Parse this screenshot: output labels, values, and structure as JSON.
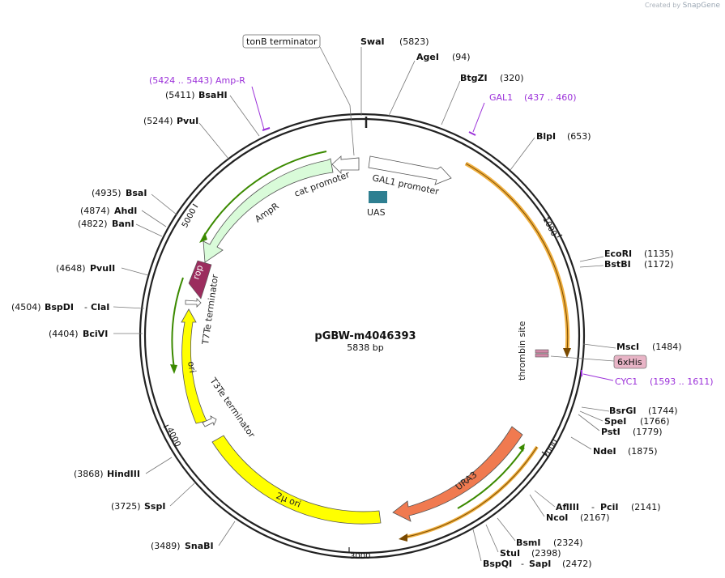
{
  "credit": {
    "prefix": "Created by",
    "brand": "SnapGene"
  },
  "plasmid": {
    "name": "pGBW-m4046393",
    "size_label": "5838 bp"
  },
  "ticks": [
    "1000",
    "2000",
    "3000",
    "4000",
    "5000"
  ],
  "sites": [
    {
      "name": "SwaI",
      "pos": "(5823)"
    },
    {
      "name": "AgeI",
      "pos": "(94)"
    },
    {
      "name": "BtgZI",
      "pos": "(320)"
    },
    {
      "name": "BlpI",
      "pos": "(653)"
    },
    {
      "name": "EcoRI",
      "pos": "(1135)"
    },
    {
      "name": "BstBI",
      "pos": "(1172)"
    },
    {
      "name": "MscI",
      "pos": "(1484)"
    },
    {
      "name": "BsrGI",
      "pos": "(1744)"
    },
    {
      "name": "SpeI",
      "pos": "(1766)"
    },
    {
      "name": "PstI",
      "pos": "(1779)"
    },
    {
      "name": "NdeI",
      "pos": "(1875)"
    },
    {
      "name": "AflIII",
      "pos": "(2141)",
      "name2": "PciI"
    },
    {
      "name": "NcoI",
      "pos": "(2167)"
    },
    {
      "name": "BsmI",
      "pos": "(2324)"
    },
    {
      "name": "StuI",
      "pos": "(2398)"
    },
    {
      "name": "BspQI",
      "pos": "(2472)",
      "name2": "SapI"
    },
    {
      "name": "SnaBI",
      "pos": "(3489)"
    },
    {
      "name": "SspI",
      "pos": "(3725)"
    },
    {
      "name": "HindIII",
      "pos": "(3868)"
    },
    {
      "name": "BciVI",
      "pos": "(4404)"
    },
    {
      "name": "BspDI",
      "pos": "(4504)",
      "name2": "ClaI"
    },
    {
      "name": "PvuII",
      "pos": "(4648)"
    },
    {
      "name": "BanI",
      "pos": "(4822)"
    },
    {
      "name": "AhdI",
      "pos": "(4874)"
    },
    {
      "name": "BsaI",
      "pos": "(4935)"
    },
    {
      "name": "PvuI",
      "pos": "(5244)"
    },
    {
      "name": "BsaHI",
      "pos": "(5411)"
    }
  ],
  "primers": [
    {
      "name": "Amp-R",
      "range": "(5424 .. 5443)"
    },
    {
      "name": "GAL1",
      "range": "(437 .. 460)"
    },
    {
      "name": "CYC1",
      "range": "(1593 .. 1611)"
    }
  ],
  "features": {
    "tonb": "tonB terminator",
    "gal1_promoter": "GAL1 promoter",
    "uas": "UAS",
    "cat_promoter": "cat promoter",
    "ampr": "AmpR",
    "rop": "rop",
    "t7te": "T7Te terminator",
    "ori": "ori",
    "t3te": "T3Te terminator",
    "two_micron": "2µ ori",
    "ura3": "URA3",
    "thrombin": "thrombin site",
    "his": "6xHis"
  },
  "colors": {
    "backbone": "#222222",
    "ampr_fill": "#d9fbd9",
    "rop_fill": "#9b2d5e",
    "ori_fill": "#ffff00",
    "ura3_fill": "#f07a50",
    "uas_fill": "#2e7f91",
    "orf_green": "#3b8a00",
    "orf_orange": "#f0b040",
    "primer": "#9b30d9"
  }
}
